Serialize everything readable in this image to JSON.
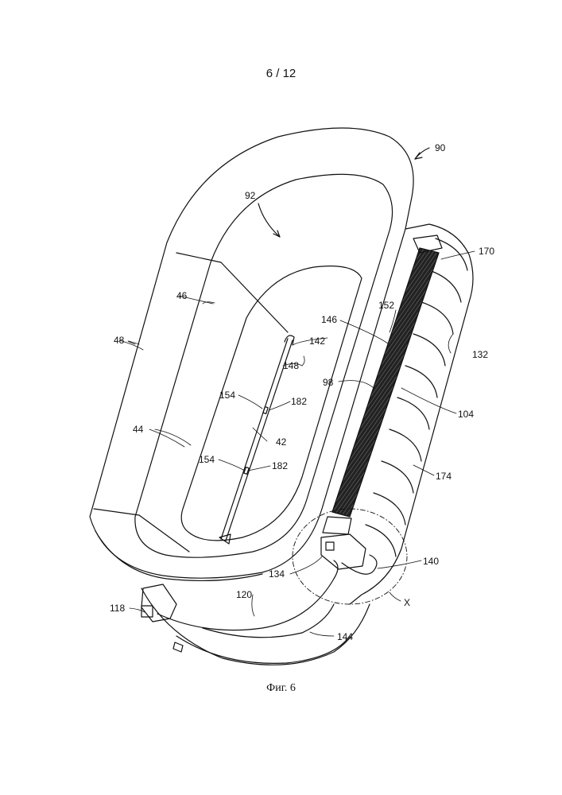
{
  "page_number": "6 / 12",
  "caption": "Фиг. 6",
  "reference_labels": {
    "r90": "90",
    "r92": "92",
    "r170": "170",
    "r46": "46",
    "r152": "152",
    "r146": "146",
    "r142": "142",
    "r132": "132",
    "r48": "48",
    "r148": "148",
    "r98": "98",
    "r154a": "154",
    "r182a": "182",
    "r104": "104",
    "r44": "44",
    "r42": "42",
    "r154b": "154",
    "r182b": "182",
    "r174": "174",
    "r140": "140",
    "r134": "134",
    "r120": "120",
    "r118": "118",
    "rX": "X",
    "r144": "144"
  }
}
